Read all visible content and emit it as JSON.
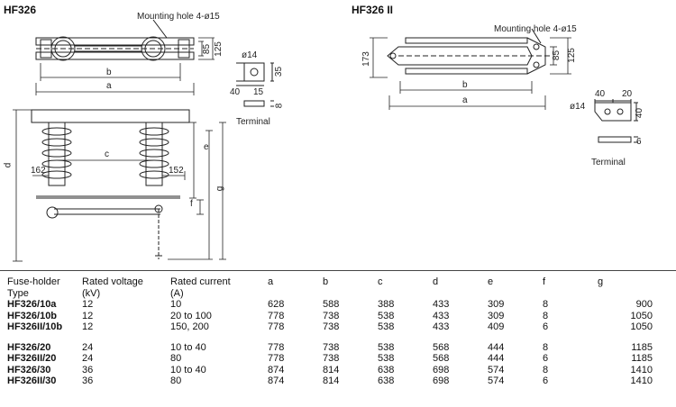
{
  "left_drawing": {
    "title": "HF326",
    "mounting_hole": "Mounting hole 4-ø15",
    "terminal_caption": "Terminal",
    "dims": {
      "h85": "85",
      "h125": "125",
      "b": "b",
      "a": "a",
      "hole": "ø14",
      "t35": "35",
      "t40": "40",
      "t15": "15",
      "t8": "8",
      "c": "c",
      "d": "d",
      "e": "e",
      "g": "g",
      "f": "f",
      "w162": "162",
      "w152": "152"
    }
  },
  "right_drawing": {
    "title": "HF326 II",
    "mounting_hole": "Mounting hole 4-ø15",
    "terminal_caption": "Terminal",
    "dims": {
      "h173": "173",
      "h85": "85",
      "h125": "125",
      "b": "b",
      "a": "a",
      "hole": "ø14",
      "t40a": "40",
      "t20": "20",
      "t40b": "40",
      "t6": "6"
    }
  },
  "spec_table": {
    "headers": [
      [
        "Fuse-holder",
        "Type"
      ],
      [
        "Rated voltage",
        "(kV)"
      ],
      [
        "Rated current",
        "(A)"
      ],
      [
        "a",
        ""
      ],
      [
        "b",
        ""
      ],
      [
        "c",
        ""
      ],
      [
        "d",
        ""
      ],
      [
        "e",
        ""
      ],
      [
        "f",
        ""
      ],
      [
        "g",
        ""
      ]
    ],
    "group1": [
      [
        "HF326/10a",
        "12",
        "10",
        "628",
        "588",
        "388",
        "433",
        "309",
        "8",
        "900"
      ],
      [
        "HF326/10b",
        "12",
        "20 to 100",
        "778",
        "738",
        "538",
        "433",
        "309",
        "8",
        "1050"
      ],
      [
        "HF326II/10b",
        "12",
        "150, 200",
        "778",
        "738",
        "538",
        "433",
        "409",
        "6",
        "1050"
      ]
    ],
    "group2": [
      [
        "HF326/20",
        "24",
        "10 to 40",
        "778",
        "738",
        "538",
        "568",
        "444",
        "8",
        "1185"
      ],
      [
        "HF326II/20",
        "24",
        "80",
        "778",
        "738",
        "538",
        "568",
        "444",
        "6",
        "1185"
      ],
      [
        "HF326/30",
        "36",
        "10 to 40",
        "874",
        "814",
        "638",
        "698",
        "574",
        "8",
        "1410"
      ],
      [
        "HF326II/30",
        "36",
        "80",
        "874",
        "814",
        "638",
        "698",
        "574",
        "6",
        "1410"
      ]
    ]
  }
}
